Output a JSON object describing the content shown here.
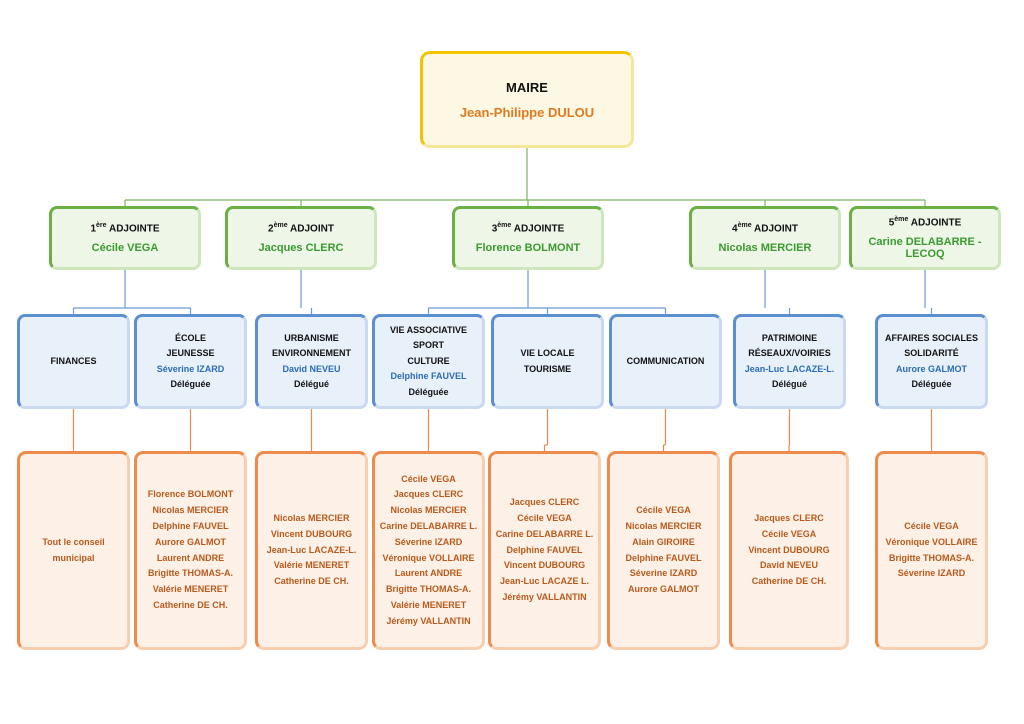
{
  "colors": {
    "mayor_border": "#f2c400",
    "mayor_bg": "#fdf8e4",
    "mayor_name": "#e07a1f",
    "deputy_border": "#6bb043",
    "deputy_bg": "#eef6e8",
    "deputy_name": "#3a9a2e",
    "dept_border": "#5b8fd0",
    "dept_bg": "#e8f0fa",
    "dept_accent": "#2a6cb8",
    "members_border": "#ee8a4a",
    "members_bg": "#fdf0e6",
    "members_text": "#b85a1c",
    "line_green": "#7bb35a",
    "line_blue": "#6a9bd6",
    "line_orange": "#ee8a4a"
  },
  "mayor": {
    "title": "MAIRE",
    "name": "Jean-Philippe DULOU"
  },
  "deputies": [
    {
      "ordinal": "1",
      "suffix": "ère",
      "role": "ADJOINTE",
      "name": "Cécile VEGA"
    },
    {
      "ordinal": "2",
      "suffix": "ème",
      "role": "ADJOINT",
      "name": "Jacques CLERC"
    },
    {
      "ordinal": "3",
      "suffix": "ème",
      "role": "ADJOINTE",
      "name": "Florence BOLMONT"
    },
    {
      "ordinal": "4",
      "suffix": "ème",
      "role": "ADJOINT",
      "name": "Nicolas MERCIER"
    },
    {
      "ordinal": "5",
      "suffix": "ème",
      "role": "ADJOINTE",
      "name": "Carine DELABARRE - LECOQ"
    }
  ],
  "departments": [
    {
      "lines": [
        "FINANCES"
      ],
      "delegate": "",
      "delegate_role": ""
    },
    {
      "lines": [
        "ÉCOLE",
        "JEUNESSE"
      ],
      "delegate": "Séverine IZARD",
      "delegate_role": "Déléguée"
    },
    {
      "lines": [
        "URBANISME",
        "ENVIRONNEMENT"
      ],
      "delegate": "David NEVEU",
      "delegate_role": "Délégué"
    },
    {
      "lines": [
        "VIE ASSOCIATIVE",
        "SPORT",
        "CULTURE"
      ],
      "delegate": "Delphine FAUVEL",
      "delegate_role": "Déléguée"
    },
    {
      "lines": [
        "VIE LOCALE",
        "TOURISME"
      ],
      "delegate": "",
      "delegate_role": ""
    },
    {
      "lines": [
        "COMMUNICATION"
      ],
      "delegate": "",
      "delegate_role": ""
    },
    {
      "lines": [
        "PATRIMOINE",
        "RÉSEAUX/VOIRIES"
      ],
      "delegate": "Jean-Luc LACAZE-L.",
      "delegate_role": "Délégué"
    },
    {
      "lines": [
        "AFFAIRES SOCIALES",
        "SOLIDARITÉ"
      ],
      "delegate": "Aurore GALMOT",
      "delegate_role": "Déléguée"
    }
  ],
  "commissions": [
    {
      "members": [
        "Tout le conseil municipal"
      ]
    },
    {
      "members": [
        "Florence BOLMONT",
        "Nicolas MERCIER",
        "Delphine FAUVEL",
        "Aurore GALMOT",
        "Laurent ANDRE",
        "Brigitte THOMAS-A.",
        "Valérie MENERET",
        "Catherine DE CH."
      ]
    },
    {
      "members": [
        "Nicolas MERCIER",
        "Vincent DUBOURG",
        "Jean-Luc LACAZE-L.",
        "Valérie MENERET",
        "Catherine DE CH."
      ]
    },
    {
      "members": [
        "Cécile VEGA",
        "Jacques CLERC",
        "Nicolas MERCIER",
        "Carine DELABARRE L.",
        "Séverine IZARD",
        "Véronique VOLLAIRE",
        "Laurent ANDRE",
        "Brigitte THOMAS-A.",
        "Valérie MENERET",
        "Jérémy VALLANTIN"
      ]
    },
    {
      "members": [
        "Jacques CLERC",
        "Cécile VEGA",
        "Carine DELABARRE L.",
        "Delphine FAUVEL",
        "Vincent DUBOURG",
        "Jean-Luc LACAZE L.",
        "Jérémy VALLANTIN"
      ]
    },
    {
      "members": [
        "Cécile VEGA",
        "Nicolas MERCIER",
        "Alain GIROIRE",
        "Delphine FAUVEL",
        "Séverine IZARD",
        "Aurore GALMOT"
      ]
    },
    {
      "members": [
        "Jacques CLERC",
        "Cécile VEGA",
        "Vincent DUBOURG",
        "David NEVEU",
        "Catherine DE CH."
      ]
    },
    {
      "members": [
        "Cécile VEGA",
        "Véronique VOLLAIRE",
        "Brigitte THOMAS-A.",
        "Séverine IZARD"
      ]
    }
  ]
}
